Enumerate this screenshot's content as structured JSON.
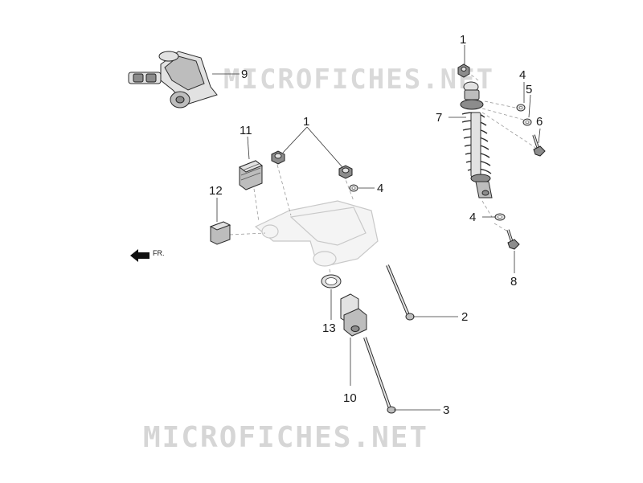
{
  "watermark": {
    "top": "MICROFICHES.NET",
    "bottom": "MICROFICHES.NET",
    "color": "#d6d6d6"
  },
  "direction": {
    "label": "FR."
  },
  "callouts": {
    "c1a": "1",
    "c1b": "1",
    "c2": "2",
    "c3": "3",
    "c4a": "4",
    "c4b": "4",
    "c4c": "4",
    "c5": "5",
    "c6": "6",
    "c7": "7",
    "c8": "8",
    "c9": "9",
    "c10": "10",
    "c11": "11",
    "c12": "12",
    "c13": "13"
  }
}
